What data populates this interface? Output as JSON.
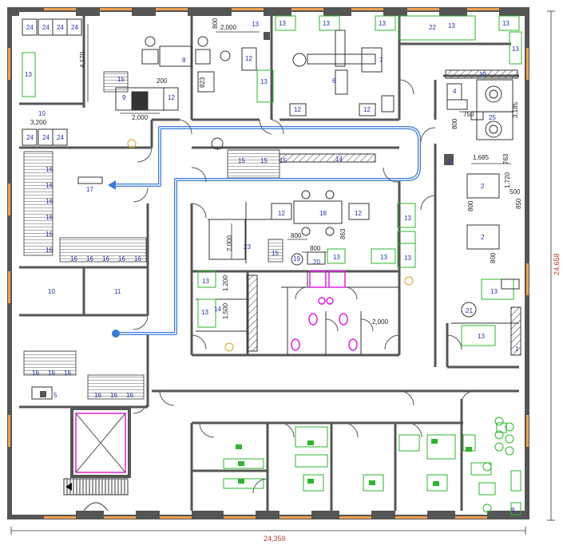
{
  "dimensions": {
    "overall_width": "24,359",
    "overall_height": "24,658",
    "d_4170": "4,170",
    "d_3200": "3,200",
    "d_2000_top": "2,000",
    "d_800_top": "800",
    "d_823": "823",
    "d_200": "200",
    "d_2000_b": "2,000",
    "d_750": "750",
    "d_3185": "3,185",
    "d_800_k": "800",
    "d_1685": "1,685",
    "d_763": "763",
    "d_1720": "1,720",
    "d_500": "500",
    "d_850": "850",
    "d_800_s": "800",
    "d_800_s2": "800",
    "d_2000_c": "2,000",
    "d_800_m1": "800",
    "d_800_m2": "800",
    "d_863": "863",
    "d_1200": "1,200",
    "d_1500": "1,500",
    "d_2000_wc": "2,000"
  },
  "labels": {
    "l24": "24",
    "l13": "13",
    "l10": "10",
    "l11": "11",
    "l12": "12",
    "l8": "8",
    "l9": "9",
    "l7": "7",
    "l6": "6",
    "l22": "22",
    "l4": "4",
    "l25": "25",
    "l3": "3",
    "l2": "2",
    "l16": "16",
    "l17": "17",
    "l14": "14",
    "l15": "15",
    "l18": "18",
    "l23": "23",
    "l19": "19",
    "l20": "20",
    "l21": "21",
    "l5": "5",
    "l1": "1"
  },
  "colors": {
    "wall": "#555555",
    "window": "#f0a050",
    "equipment_green": "#2db52d",
    "label_blue": "#2233aa",
    "pipe_blue": "#3a7bd5",
    "sanitary_magenta": "#e020e0",
    "dimension_red": "#c0392b"
  }
}
